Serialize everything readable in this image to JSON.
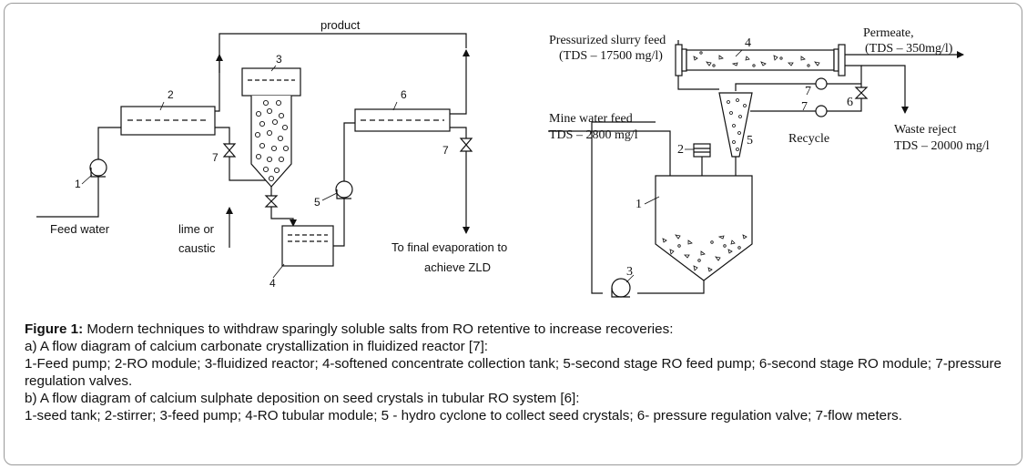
{
  "diagram_a": {
    "labels": {
      "product": "product",
      "feed_water": "Feed water",
      "lime_or": "lime or",
      "caustic": "caustic",
      "final_line1": "To final evaporation to",
      "final_line2": "achieve ZLD"
    },
    "numbers": {
      "n1": "1",
      "n2": "2",
      "n3": "3",
      "n4": "4",
      "n5": "5",
      "n6": "6",
      "n7a": "7",
      "n7b": "7"
    }
  },
  "diagram_b": {
    "labels": {
      "slurry_line1": "Pressurized slurry feed",
      "slurry_line2": "(TDS – 17500 mg/l)",
      "permeate_line1": "Permeate,",
      "permeate_line2": "(TDS – 350mg/l)",
      "mine_line1": "Mine water feed",
      "mine_line2": "TDS – 2800 mg/l",
      "recycle": "Recycle",
      "waste_line1": "Waste reject",
      "waste_line2": "TDS – 20000 mg/l"
    },
    "numbers": {
      "n1": "1",
      "n2": "2",
      "n3": "3",
      "n4": "4",
      "n5": "5",
      "n6": "6",
      "n7a": "7",
      "n7b": "7"
    }
  },
  "caption": {
    "figure_label": "Figure 1:",
    "title": " Modern techniques to withdraw sparingly soluble salts from RO retentive to increase recoveries:",
    "line_a": "a) A flow diagram of calcium carbonate crystallization in fluidized reactor [7]:",
    "legend_a": "1-Feed pump; 2-RO module; 3-fluidized reactor; 4-softened concentrate collection tank; 5-second stage RO feed pump; 6-second stage RO module; 7-pressure regulation valves.",
    "line_b": "b) A flow diagram of calcium sulphate deposition on seed crystals in tubular RO system [6]:",
    "legend_b": "1-seed tank; 2-stirrer; 3-feed pump; 4-RO tubular module; 5 - hydro cyclone to collect seed crystals; 6- pressure regulation valve; 7-flow meters."
  }
}
